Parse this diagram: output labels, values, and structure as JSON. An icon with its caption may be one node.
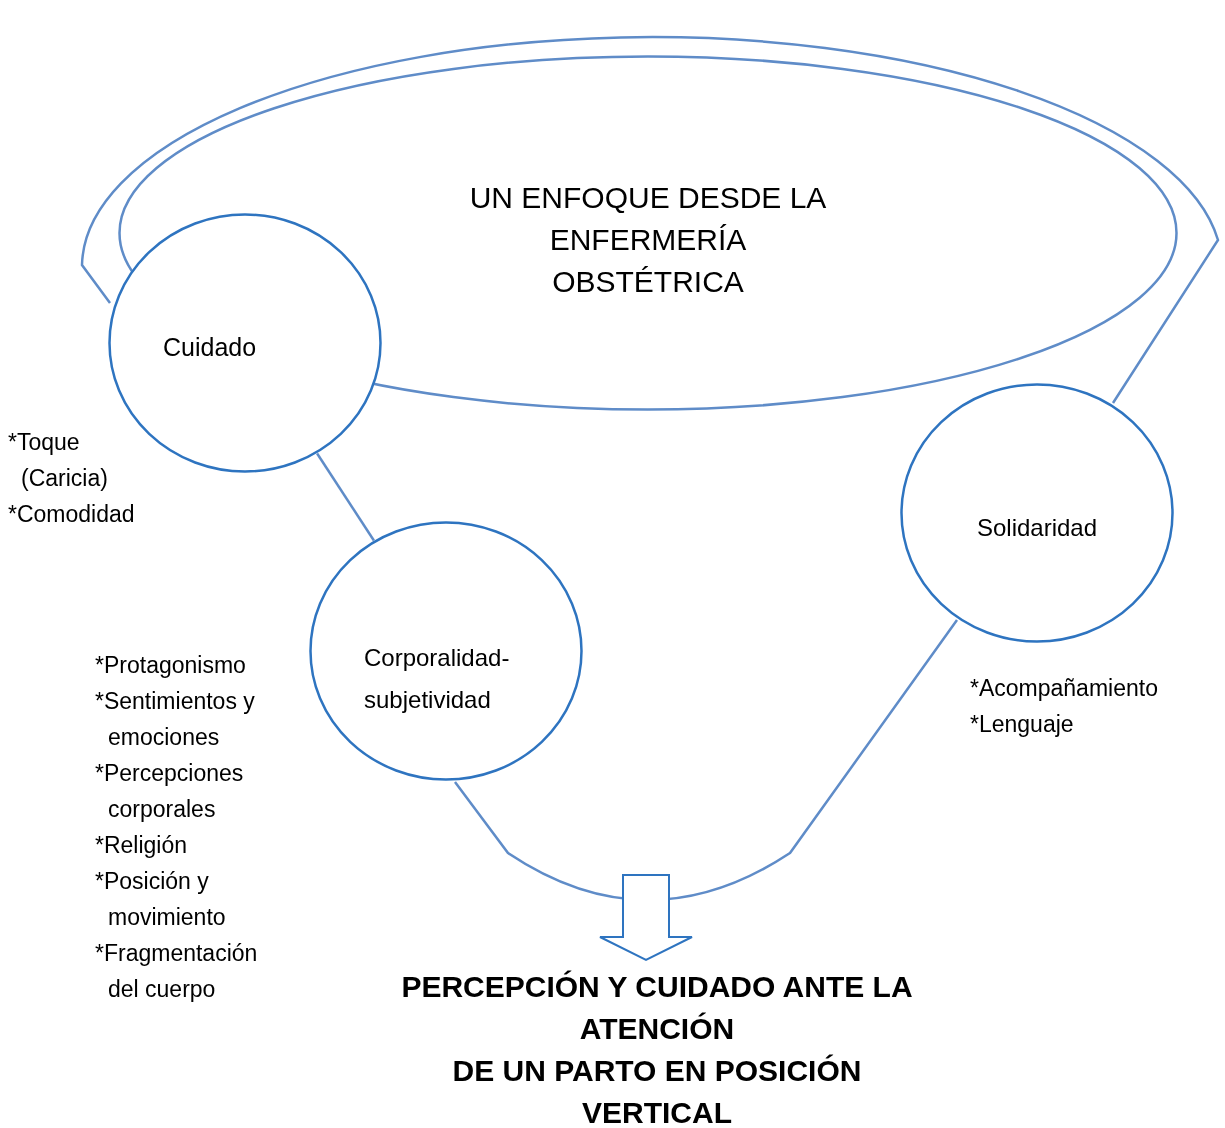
{
  "diagram": {
    "nodes": [
      {
        "text": [
          "UN ENFOQUE DESDE LA ENFERMERÍA OBSTÉTRICA"
        ]
      },
      {
        "text": [
          "Cuidado"
        ],
        "beside": [
          "*Toque (Caricia)",
          "*Comodidad"
        ]
      },
      {
        "text": [
          "Corporalidad-subjetividad"
        ],
        "beside": [
          "*Protagonismo",
          "*Sentimientos y emociones",
          "*Percepciones corporales",
          "*Religión",
          "*Posición  y movimiento",
          "*Fragmentación del cuerpo"
        ]
      },
      {
        "text": [
          "Solidaridad"
        ],
        "beside": [
          "*Acompañamiento",
          "*Lenguaje"
        ]
      },
      {
        "text": [
          "PERCEPCIÓN Y CUIDADO ANTE LA ATENCIÓN",
          "DE UN PARTO EN POSICIÓN VERTICAL"
        ]
      }
    ],
    "edges": [
      {
        "from": null,
        "to": 4,
        "arrow": "to"
      },
      {
        "from": 1,
        "to": 2,
        "arrow": "none"
      }
    ]
  }
}
